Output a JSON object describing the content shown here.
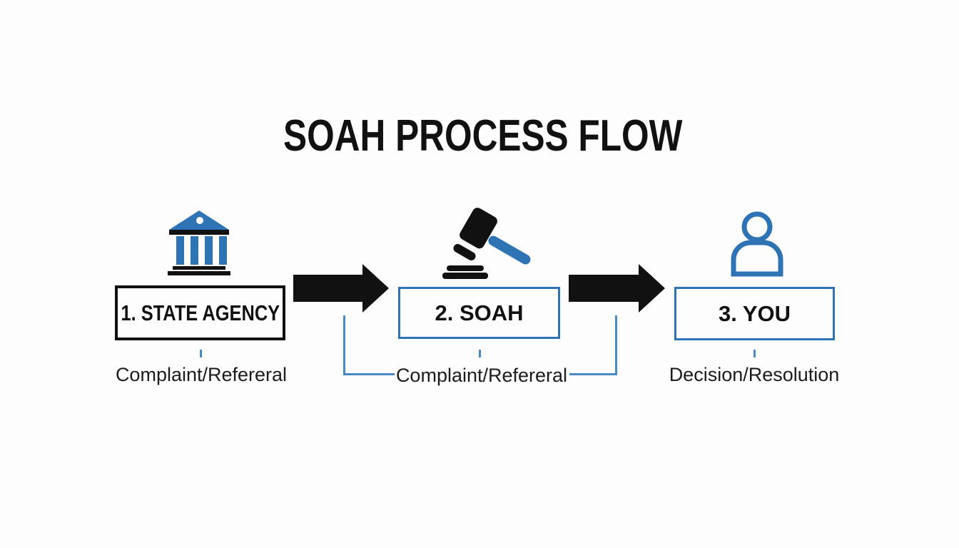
{
  "title": "SOAH PROCESS FLOW",
  "colors": {
    "accent_blue": "#2e74b5",
    "connector_blue": "#4a8ac4",
    "ink": "#111111"
  },
  "steps": [
    {
      "label": "1. STATE AGENCY",
      "icon": "bank-icon",
      "sublabel": "Complaint/Refereral"
    },
    {
      "label": "2. SOAH",
      "icon": "gavel-icon",
      "sublabel": "Complaint/Refereral"
    },
    {
      "label": "3. YOU",
      "icon": "person-icon",
      "sublabel": "Decision/Resolution"
    }
  ]
}
